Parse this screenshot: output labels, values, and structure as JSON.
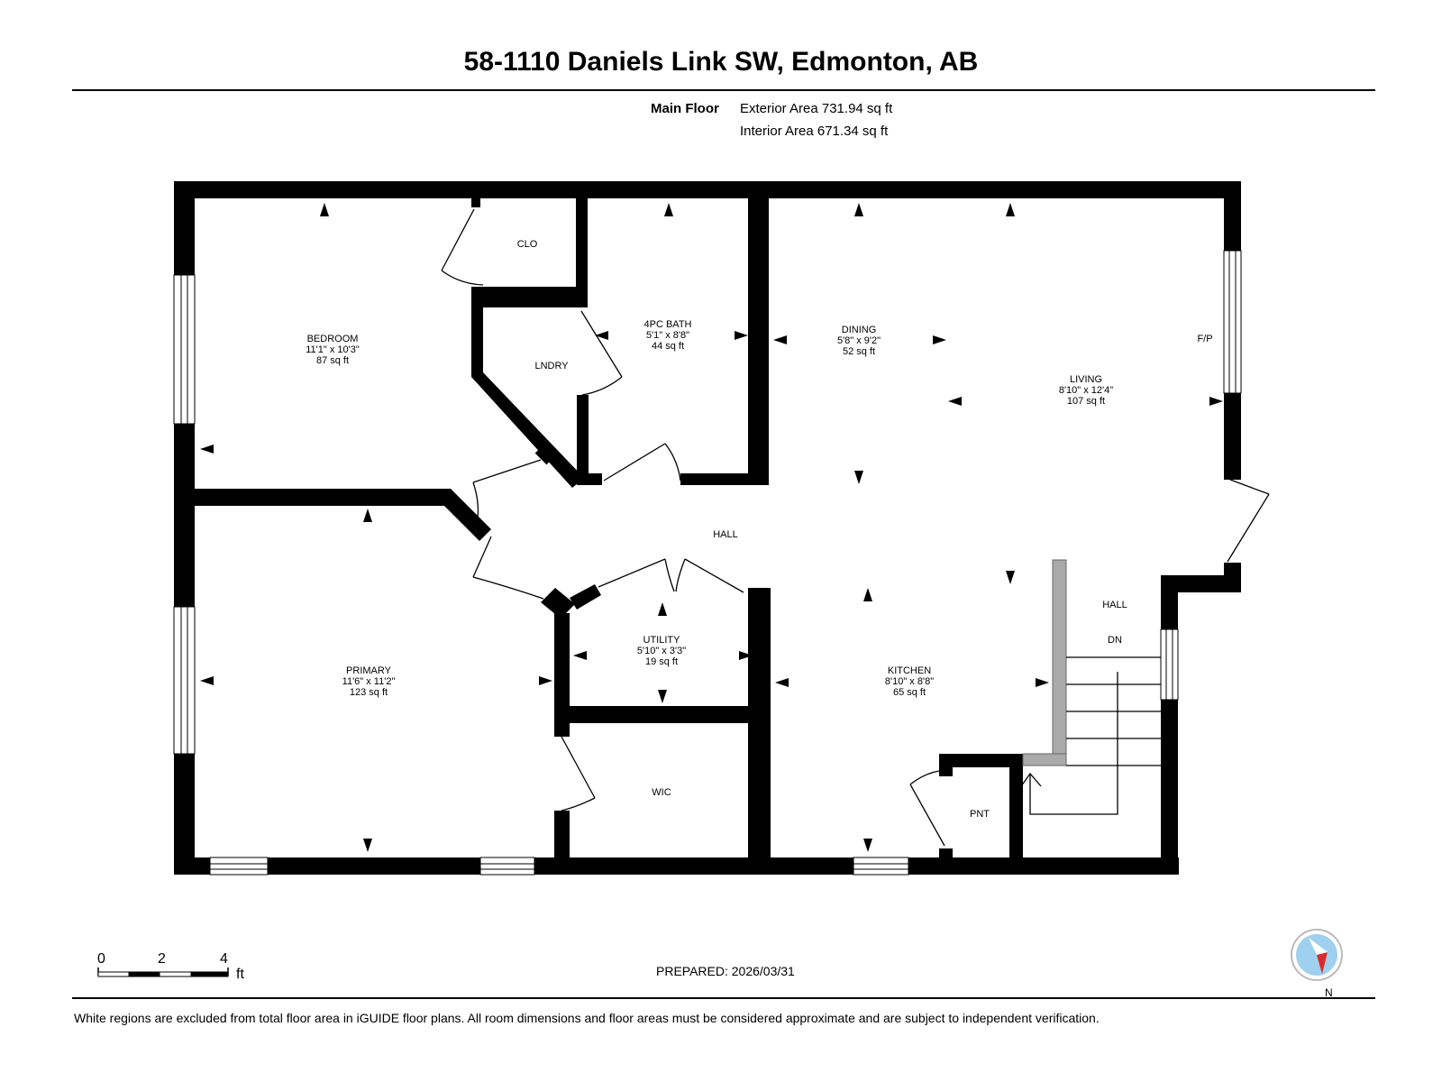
{
  "header": {
    "title": "58-1110 Daniels Link SW, Edmonton, AB",
    "floor_name": "Main Floor",
    "exterior_area": "Exterior Area 731.94 sq ft",
    "interior_area": "Interior Area 671.34 sq ft"
  },
  "rooms": {
    "bedroom": {
      "name": "BEDROOM",
      "dims": "11'1\" x 10'3\"",
      "area": "87 sq ft"
    },
    "clo": {
      "name": "CLO"
    },
    "lndry": {
      "name": "LNDRY"
    },
    "bath": {
      "name": "4PC BATH",
      "dims": "5'1\" x 8'8\"",
      "area": "44 sq ft"
    },
    "dining": {
      "name": "DINING",
      "dims": "5'8\" x 9'2\"",
      "area": "52 sq ft"
    },
    "living": {
      "name": "LIVING",
      "dims": "8'10\" x 12'4\"",
      "area": "107 sq ft"
    },
    "fp": {
      "name": "F/P"
    },
    "hall_center": {
      "name": "HALL"
    },
    "hall_right": {
      "name": "HALL"
    },
    "dn": {
      "name": "DN"
    },
    "utility": {
      "name": "UTILITY",
      "dims": "5'10\" x 3'3\"",
      "area": "19 sq ft"
    },
    "primary": {
      "name": "PRIMARY",
      "dims": "11'6\" x 11'2\"",
      "area": "123 sq ft"
    },
    "kitchen": {
      "name": "KITCHEN",
      "dims": "8'10\" x 8'8\"",
      "area": "65 sq ft"
    },
    "wic": {
      "name": "WIC"
    },
    "pnt": {
      "name": "PNT"
    }
  },
  "scale_bar": {
    "labels": [
      "0",
      "2",
      "4"
    ],
    "unit": "ft"
  },
  "compass": {
    "label": "N"
  },
  "footer": {
    "prepared": "PREPARED: 2026/03/31",
    "note": "White regions are excluded from total floor area in iGUIDE floor plans. All room dimensions and floor areas must be considered approximate and are subject to independent verification."
  },
  "colors": {
    "wall": "#000000",
    "stair": "#aaaaaa",
    "compass_fill": "#9fd0ef",
    "compass_needle": "#d92b2b"
  }
}
